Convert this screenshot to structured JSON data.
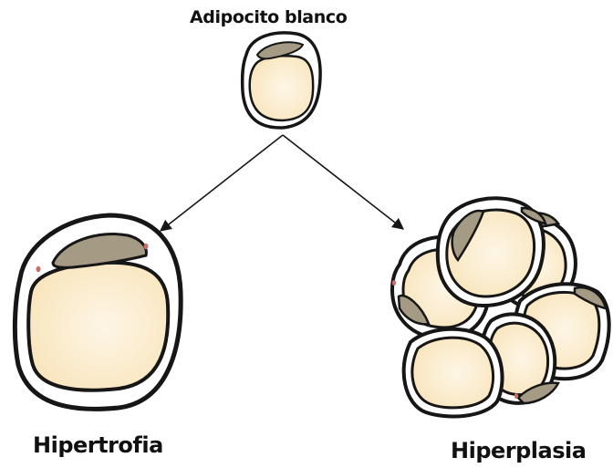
{
  "labels": {
    "top": "Adipocito blanco",
    "left": "Hipertrofia",
    "right": "Hiperplasia"
  },
  "colors": {
    "outline": "#161616",
    "membrane": "#ffffff",
    "lipid": "#fbe9c4",
    "lipid_highlight": "#fdf5e2",
    "nucleus": "#a59a83",
    "organelle": "#c96f66",
    "arrow": "#161616"
  }
}
